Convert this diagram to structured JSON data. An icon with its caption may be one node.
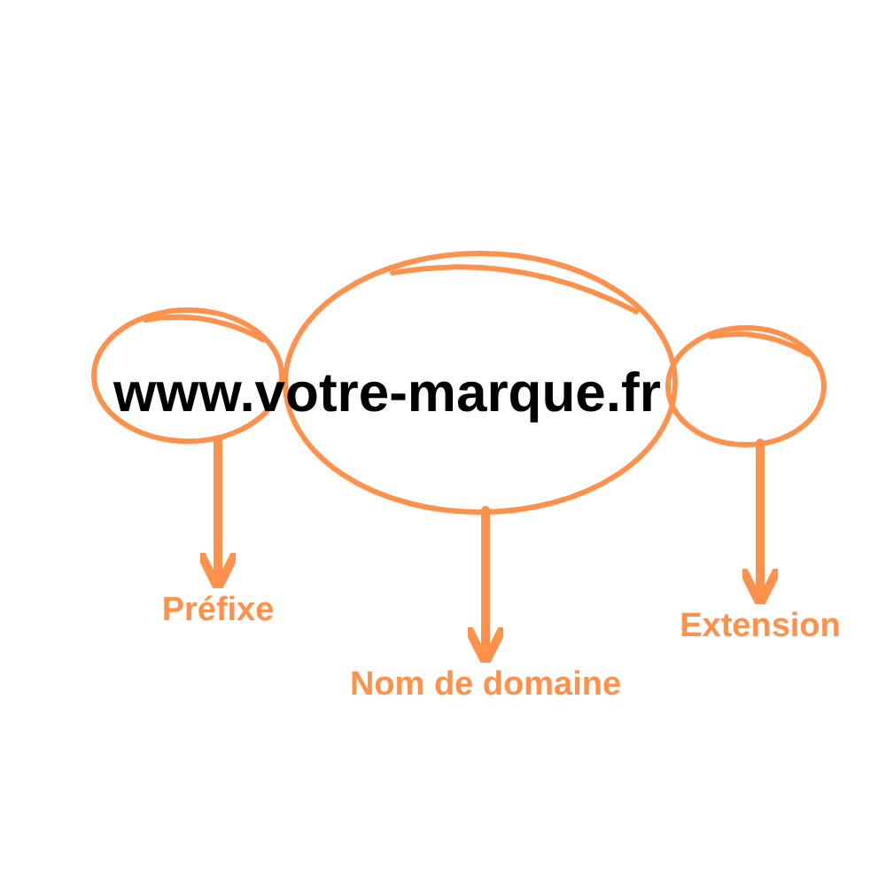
{
  "diagram": {
    "nodes": [
      {
        "text": [],
        "shape": "circle"
      },
      {
        "text": [],
        "shape": "circle"
      },
      {
        "text": [],
        "shape": "circle"
      },
      {
        "text": [
          "Préfixe"
        ]
      },
      {
        "text": [
          "Nom de domaine"
        ]
      },
      {
        "text": [
          "Extension"
        ]
      }
    ],
    "edges": [
      {
        "from": 0,
        "to": 3,
        "arrow": "to"
      },
      {
        "from": 1,
        "to": 4,
        "arrow": "to"
      },
      {
        "from": 2,
        "to": 5,
        "arrow": "to"
      }
    ],
    "labels": [
      "www.votre-marque.fr"
    ]
  }
}
